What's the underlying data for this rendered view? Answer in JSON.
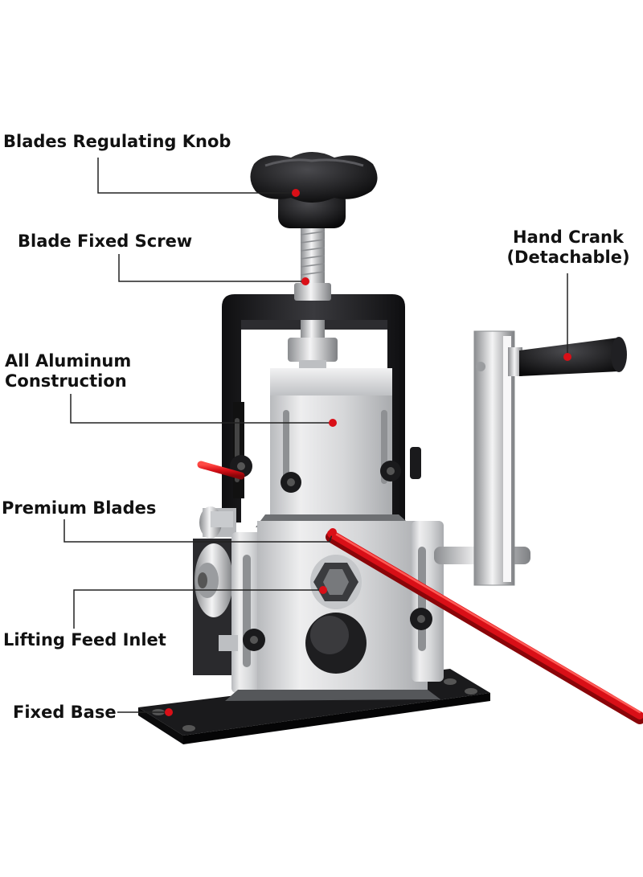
{
  "colors": {
    "accent_red": "#d90f17",
    "leader_line": "#222222",
    "metal_black": "#1c1c1e",
    "aluminum": "#d9dadc",
    "background": "#ffffff"
  },
  "labels": {
    "regulating_knob": "Blades Regulating Knob",
    "fixed_screw": "Blade Fixed Screw",
    "hand_crank_line1": "Hand Crank",
    "hand_crank_line2": "(Detachable)",
    "aluminum_line1": "All Aluminum",
    "aluminum_line2": "Construction",
    "premium_blades": "Premium Blades",
    "feed_inlet": "Lifting Feed Inlet",
    "fixed_base": "Fixed Base"
  }
}
